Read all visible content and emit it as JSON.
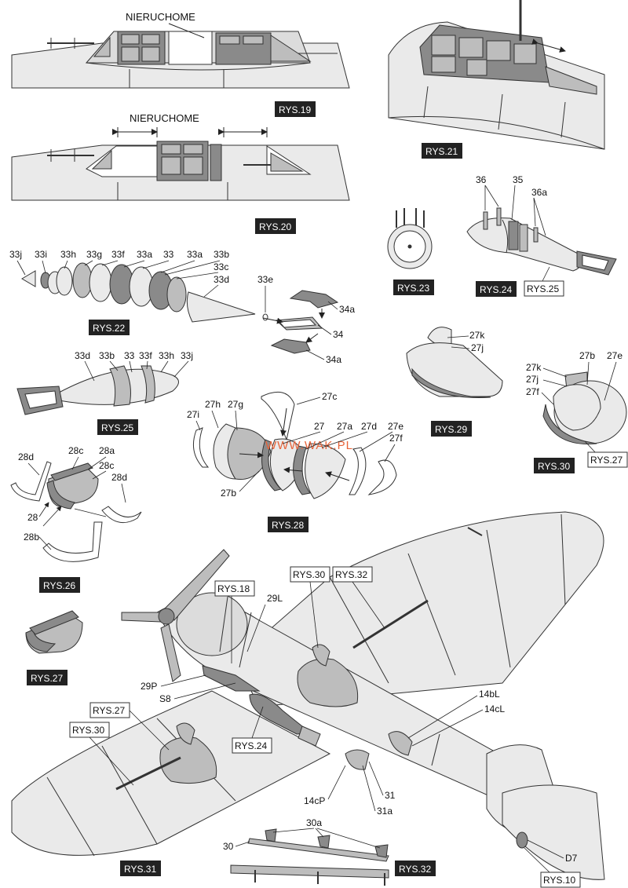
{
  "top": {
    "nieruchome_1": "NIERUCHOME",
    "nieruchome_2": "NIERUCHOME"
  },
  "watermark": "WWW.WAK.PL",
  "figures": {
    "rys19": "RYS.19",
    "rys20": "RYS.20",
    "rys21": "RYS.21",
    "rys22": "RYS.22",
    "rys23": "RYS.23",
    "rys24": "RYS.24",
    "rys25": "RYS.25",
    "rys26": "RYS.26",
    "rys27": "RYS.27",
    "rys28": "RYS.28",
    "rys29": "RYS.29",
    "rys30": "RYS.30",
    "rys31": "RYS.31",
    "rys32": "RYS.32"
  },
  "refs": {
    "rys25_ref": "RYS.25",
    "rys27_ref_a": "RYS.27",
    "rys18_ref": "RYS.18",
    "rys30_ref_a": "RYS.30",
    "rys32_ref": "RYS.32",
    "rys27_ref_b": "RYS.27",
    "rys30_ref_b": "RYS.30",
    "rys24_ref": "RYS.24",
    "rys10_ref": "RYS.10"
  },
  "parts": {
    "p33j": "33j",
    "p33i": "33i",
    "p33h": "33h",
    "p33g": "33g",
    "p33f": "33f",
    "p33a": "33a",
    "p33": "33",
    "p33a2": "33a",
    "p33b": "33b",
    "p33c": "33c",
    "p33d": "33d",
    "p33e": "33e",
    "p34a": "34a",
    "p34": "34",
    "p34a2": "34a",
    "p36": "36",
    "p35": "35",
    "p36a": "36a",
    "b33d": "33d",
    "b33b": "33b",
    "b33": "33",
    "b33f": "33f",
    "b33h": "33h",
    "b33j": "33j",
    "p27k": "27k",
    "p27j": "27j",
    "q27k": "27k",
    "q27j": "27j",
    "q27f": "27f",
    "q27b": "27b",
    "q27e": "27e",
    "p27h": "27h",
    "p27g": "27g",
    "p27i": "27i",
    "p27c": "27c",
    "p27": "27",
    "p27a": "27a",
    "p27d": "27d",
    "p27e": "27e",
    "p27f": "27f",
    "p27b": "27b",
    "p28d": "28d",
    "p28c": "28c",
    "p28a": "28a",
    "p28c2": "28c",
    "p28d2": "28d",
    "p28": "28",
    "p28b": "28b",
    "p29L": "29L",
    "p29P": "29P",
    "pS8": "S8",
    "p14bL": "14bL",
    "p14cL": "14cL",
    "p14cP": "14cP",
    "p31": "31",
    "p31a": "31a",
    "p30a": "30a",
    "p30": "30",
    "pD7": "D7"
  },
  "colors": {
    "light": "#eaeaea",
    "mid": "#bdbdbd",
    "dark": "#8a8a8a",
    "tag_bg": "#222222",
    "stroke": "#333333",
    "watermark": "#e8643a"
  }
}
